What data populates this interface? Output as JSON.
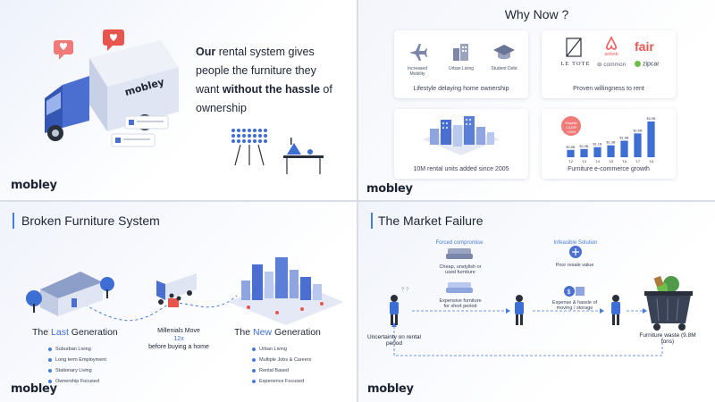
{
  "brand": {
    "logo": "mobley"
  },
  "slide1": {
    "truck_text": "mobley",
    "lead_bold1": "Our",
    "lead_text1": " rental system gives people the furniture they want ",
    "lead_bold2": "without the hassle",
    "lead_text2": " of ownership"
  },
  "slide2": {
    "title": "Why Now ?",
    "card1": {
      "items": [
        {
          "label": "Increased Mobility",
          "icon": "airplane-icon"
        },
        {
          "label": "Urban Living",
          "icon": "buildings-icon"
        },
        {
          "label": "Student Debt",
          "icon": "graduation-cap-icon"
        }
      ],
      "caption": "Lifestyle delaying home ownership"
    },
    "card2": {
      "brands": [
        "LE TOTE",
        "airbnb",
        "fair",
        "common",
        "zipcar"
      ],
      "caption": "Proven willingness to rent"
    },
    "card3": {
      "caption": "10M rental units added since 2005"
    },
    "card4": {
      "badge": "Wayfair CAGR +18%",
      "caption": "Furniture e-commerce growth"
    }
  },
  "chart_data": {
    "type": "bar",
    "categories": [
      "'12",
      "'13",
      "'14",
      "'15",
      "'16",
      "'17",
      "'18"
    ],
    "values": [
      0.8,
      0.9,
      1.1,
      1.3,
      1.8,
      2.6,
      3.9
    ],
    "value_labels": [
      "$0.8B",
      "$0.9B",
      "$1.1B",
      "$1.3B",
      "$1.8B",
      "$2.6B",
      "$3.9B"
    ],
    "title": "",
    "xlabel": "",
    "ylabel": "",
    "colors": {
      "bar": "#3d6ed3"
    }
  },
  "slide3": {
    "title": "Broken Furniture System",
    "last": {
      "prefix": "The ",
      "accent": "Last",
      "suffix": " Generation",
      "bullets": [
        "Suburban Living",
        "Long term Employment",
        "Stationary Living",
        "Ownership Focused"
      ]
    },
    "middle": {
      "line1": "Millenials Move",
      "line2": "12x",
      "line3": "before buying a home"
    },
    "new": {
      "prefix": "The ",
      "accent": "New",
      "suffix": " Generation",
      "bullets": [
        "Urban Living",
        "Multiple Jobs & Careers",
        "Rental Based",
        "Experience Focused"
      ]
    }
  },
  "slide4": {
    "title": "The Market Failure",
    "forced": "Forced compromise",
    "infeasible": "Infeasible Solution",
    "cheap": "Cheap, unstylish or used furniture",
    "expensive": "Expensive furniture for short period",
    "resale": "Poor resale value",
    "hassle": "Expense & hassle of moving / storage",
    "uncertainty": "Uncertainty on rental period",
    "waste": "Furniture waste (9.8M tons)"
  },
  "colors": {
    "accent": "#3d6ed3",
    "dark": "#1d2433",
    "red": "#e8544e"
  }
}
